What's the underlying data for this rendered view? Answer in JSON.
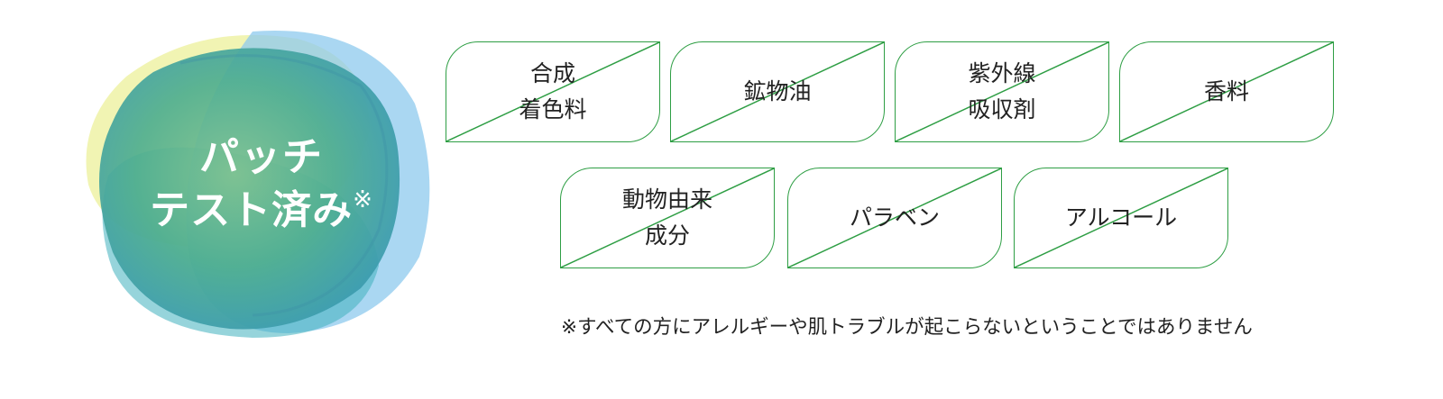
{
  "badge": {
    "line1": "パッチ",
    "line2": "テスト済み",
    "mark": "※"
  },
  "tags_row1": [
    {
      "line1": "合成",
      "line2": "着色料"
    },
    {
      "line1": "鉱物油",
      "line2": ""
    },
    {
      "line1": "紫外線",
      "line2": "吸収剤"
    },
    {
      "line1": "香料",
      "line2": ""
    }
  ],
  "tags_row2": [
    {
      "line1": "動物由来",
      "line2": "成分"
    },
    {
      "line1": "パラベン",
      "line2": ""
    },
    {
      "line1": "アルコール",
      "line2": ""
    }
  ],
  "note": "※すべての方にアレルギーや肌トラブルが起こらないということではありません",
  "colors": {
    "border_green": "#2e9e44",
    "blob_green": "#4fae8f",
    "blob_blue": "#8ec9ee",
    "blob_yellow": "#eef2a6",
    "blob_teal": "#3fb0bd"
  }
}
